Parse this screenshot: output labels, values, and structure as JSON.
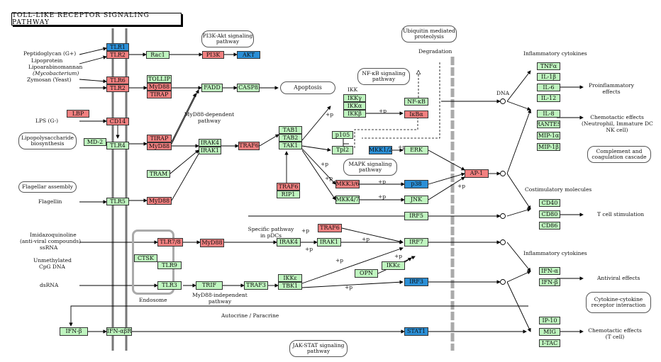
{
  "title": "TOLL-LIKE RECEPTOR SIGNALING PATHWAY",
  "colors": {
    "green": "#bff5bf",
    "red": "#f28080",
    "blue": "#2b8fd6"
  },
  "nodes": {
    "tlr1": "TLR1",
    "tlr2": "TLR2",
    "rac1": "Rac1",
    "pi3k": "PI3K",
    "akt": "AKT",
    "tlr6": "TLR6",
    "tlr2b": "TLR2",
    "tollip": "TOLLIP",
    "myd88a": "MyD88",
    "tirap": "TIRAP",
    "fadd": "FADD",
    "casp8": "CASP8",
    "lbp": "LBP",
    "cd14": "CD14",
    "md2": "MD-2",
    "tlr4": "TLR4",
    "tirap2": "TIRAP",
    "myd88b": "MyD88",
    "irak4": "IRAK4",
    "irak1": "IRAK1",
    "traf6a": "TRAF6",
    "tram": "TRAM",
    "tab1": "TAB1",
    "tab2": "TAB2",
    "tak1": "TAK1",
    "ikkg": "IKKγ",
    "ikka": "IKKα",
    "ikkb": "IKKβ",
    "nfkb": "NF-κB",
    "ikba": "IκBα",
    "p105": "p105",
    "tpl2": "Tpl2",
    "mkk12": "MKK1/2",
    "erk": "ERK",
    "mkk36": "MKK3/6",
    "p38": "p38",
    "mkk47": "MKK4/7",
    "jnk": "JNK",
    "ap1": "AP-1",
    "tlr5": "TLR5",
    "myd88c": "MyD88",
    "traf6b": "TRAF6",
    "rip1": "RIP1",
    "irf5": "IRF5",
    "traf6c": "TRAF6",
    "tlr78": "TLR7/8",
    "myd88d": "MyD88",
    "irak4b": "IRAK4",
    "irak1b": "IRAK1",
    "irf7": "IRF7",
    "ctsk": "CTSK",
    "tlr9": "TLR9",
    "ikke": "IKKε",
    "opn": "OPN",
    "tlr3": "TLR3",
    "trif": "TRIF",
    "traf3": "TRAF3",
    "ikkeb": "IKKε",
    "tbk1": "TBK1",
    "irf3": "IRF3",
    "ifnb": "IFN-β",
    "ifnabr": "IFN-αβR",
    "stat1": "STAT1",
    "tnfa": "TNFα",
    "il1b": "IL-1β",
    "il6": "IL-6",
    "il12": "IL-12",
    "il8": "IL-8",
    "rantes": "RANTES",
    "mip1a": "MIP-1α",
    "mip1b": "MIP-1β",
    "cd40": "CD40",
    "cd80": "CD80",
    "cd86": "CD86",
    "ifna": "IFN-α",
    "ifnb2": "IFN-β",
    "ip10": "IP-10",
    "mig": "MIG",
    "itac": "I-TAC"
  },
  "pathways": {
    "pi3k_akt": "PI3K-Akt signaling pathway",
    "ubiq": "Ubiquitin mediated proteolysis",
    "apoptosis": "Apoptosis",
    "nfkb": "NF-κB signaling pathway",
    "mapk": "MAPK signaling pathway",
    "lps_bio": "Lipopolysaccharide biosynthesis",
    "flagellar": "Flagellar assembly",
    "complement": "Complement and coagulation cascade",
    "cytokine": "Cytokine-cytokine receptor interaction",
    "jakstat": "JAK-STAT signaling pathway"
  },
  "labels": {
    "pg": "Peptidoglycan (G+)",
    "lipo": "Lipoprotein",
    "lipoara": "Lipoarabinomannan",
    "myco": "(Mycobacterium)",
    "zymo": "Zymosan (Yeast)",
    "lps": "LPS (G-)",
    "flagellin": "Flagellin",
    "imid": "Imidazoquinoline",
    "antiviral": "(anti-viral compounds)",
    "ssrna": "ssRNA",
    "cpg1": "Unmethylated",
    "cpg2": "CpG DNA",
    "dsrna": "dsRNA",
    "myd_dep1": "MyD88-dependent",
    "myd_dep2": "pathway",
    "myd_ind1": "MyD88-independent",
    "myd_ind2": "pathway",
    "specific1": "Specific pathway",
    "specific2": "in pDCs",
    "degradation": "Degradation",
    "ikk": "IKK",
    "dna": "DNA",
    "endosome": "Endosome",
    "autocrine": "Autocrine / Paracrine",
    "infl1": "Inflammatory cytokines",
    "proinfl1": "Proinflammatory",
    "proinfl2": "effects",
    "chemo1": "Chemotactic effects",
    "chemo2": "(Neutrophil, Immature DC",
    "chemo3": "NK cell)",
    "costim": "Costimulatory molecules",
    "tcell": "T cell stimulation",
    "infl2": "Inflammatory cytokines",
    "antiviral_eff": "Antiviral effects",
    "chemo_t1": "Chemotactic effects",
    "chemo_t2": "(T cell)",
    "p": "+p"
  }
}
